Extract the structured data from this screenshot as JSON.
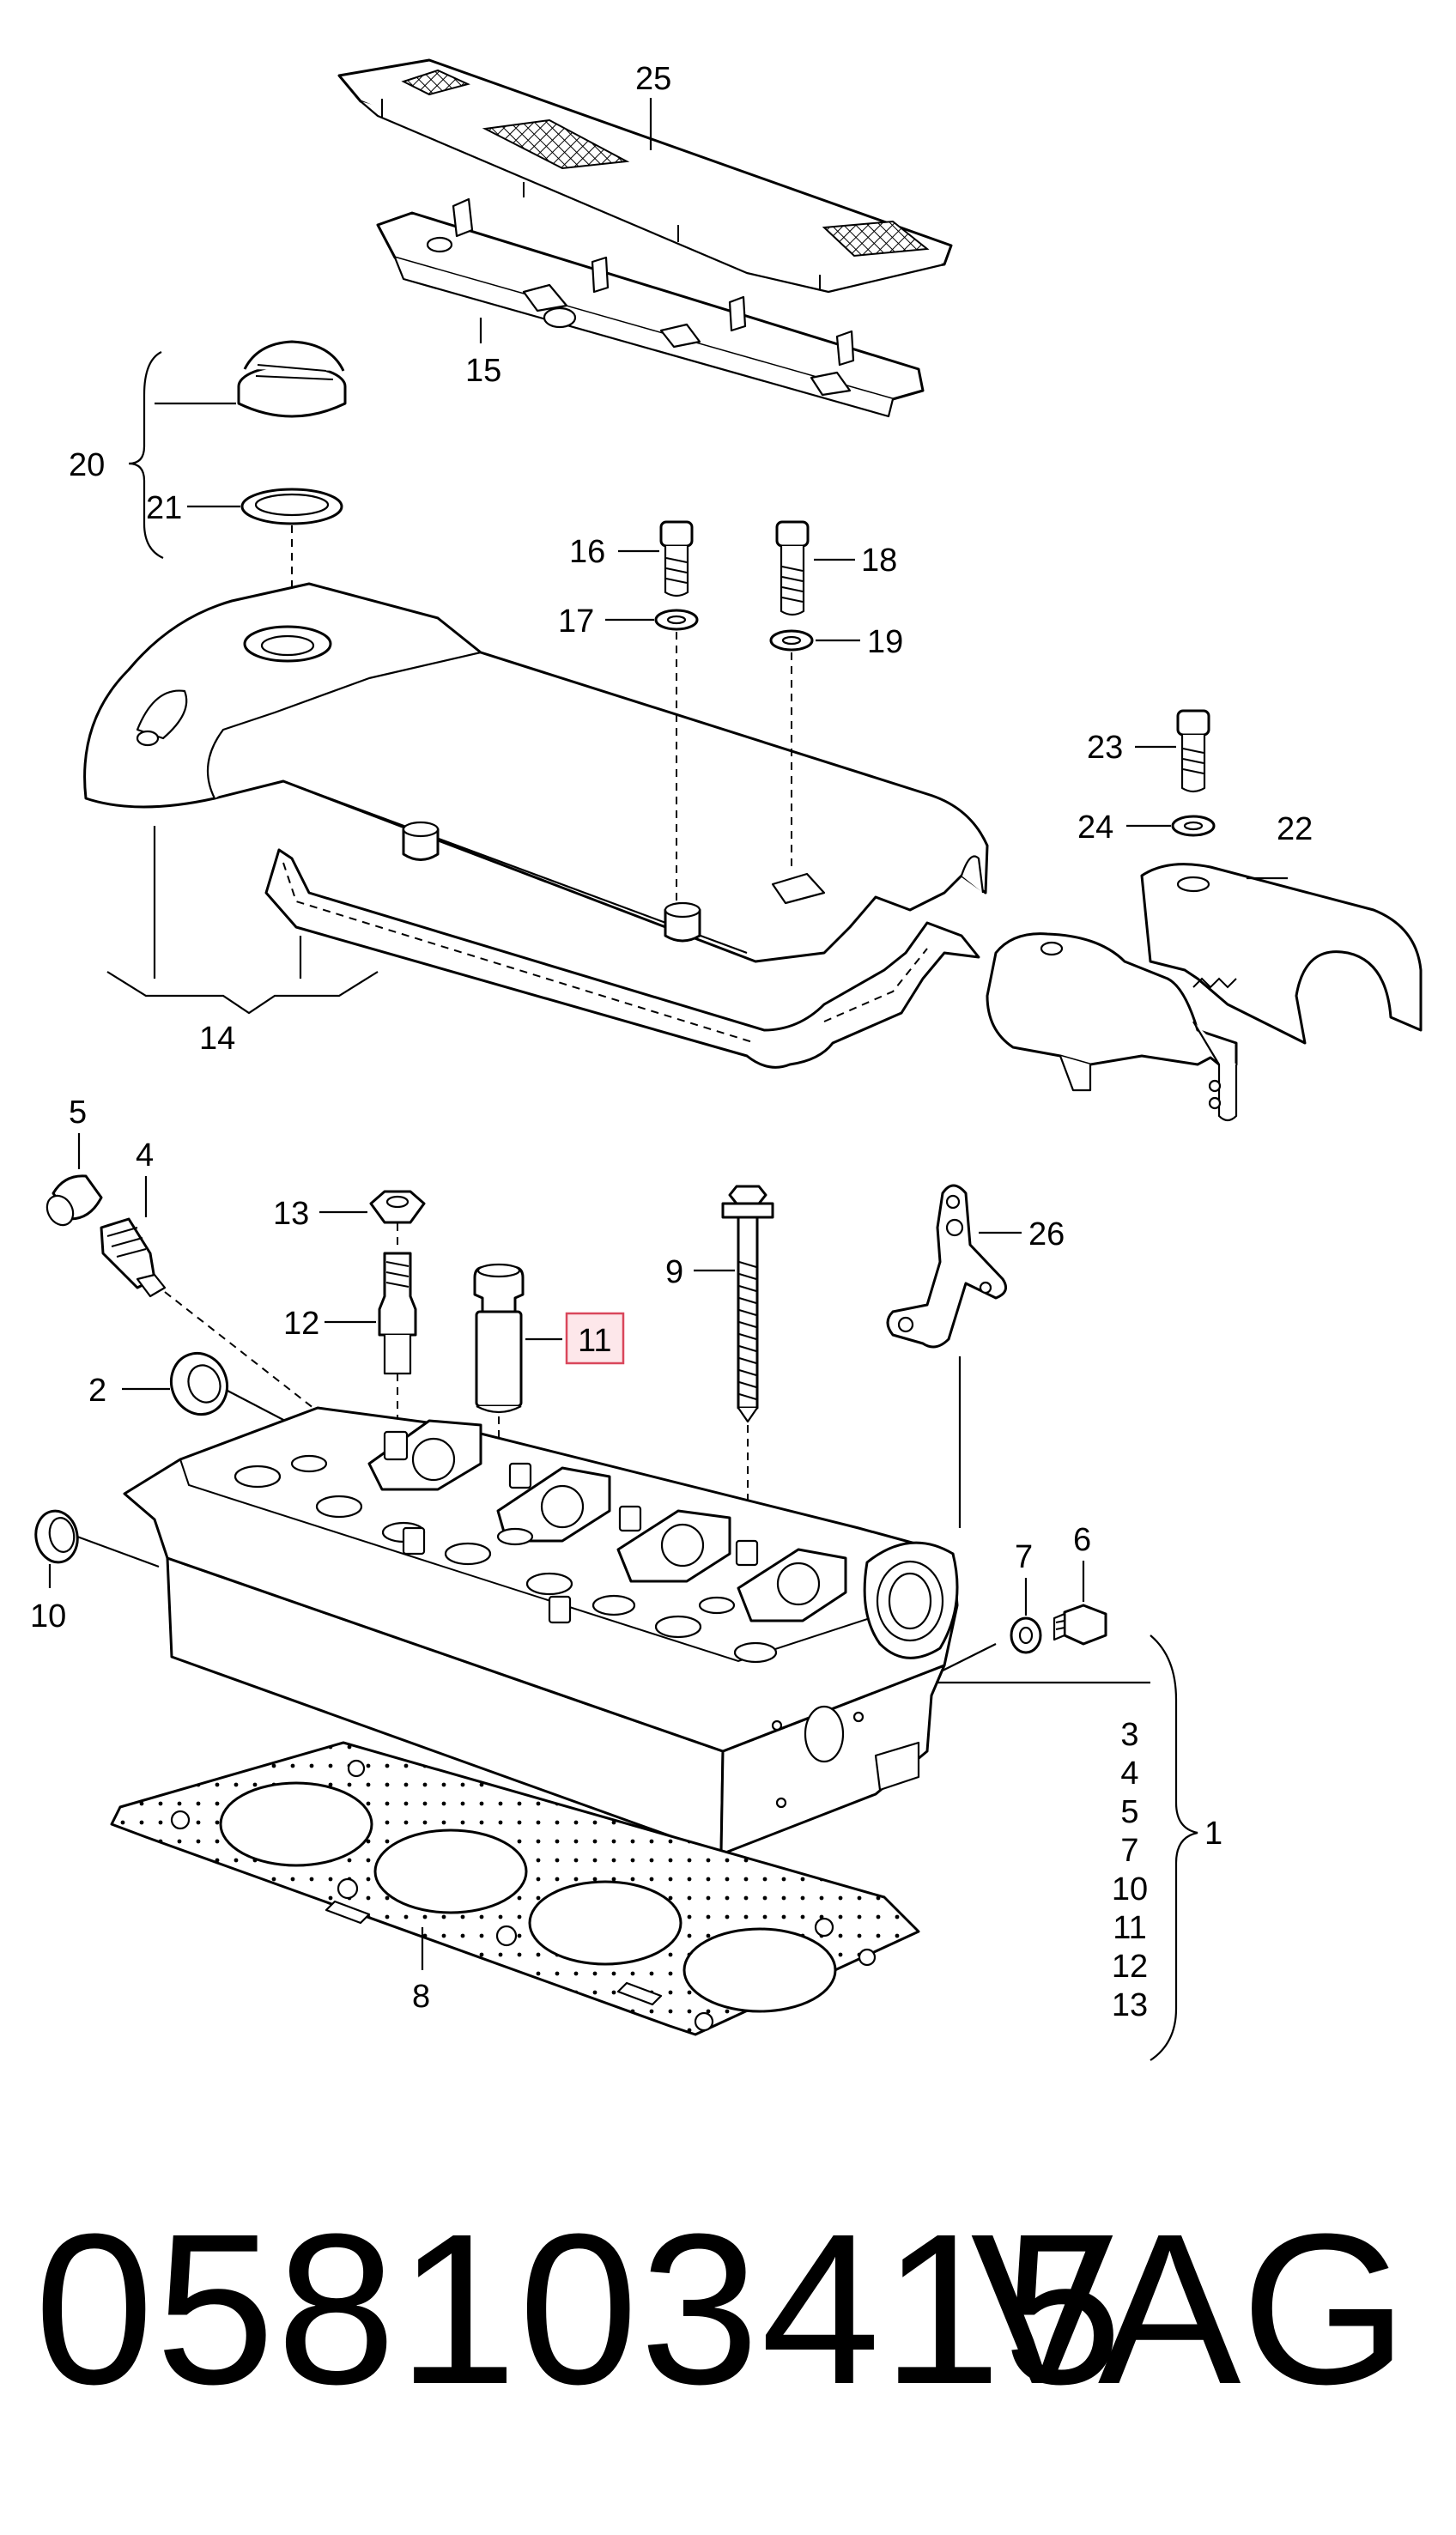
{
  "callouts": {
    "c1": "1",
    "c2": "2",
    "c3": "3",
    "c4": "4",
    "c5": "5",
    "c6": "6",
    "c7": "7",
    "c8": "8",
    "c9": "9",
    "c10": "10",
    "c11": "11",
    "c12": "12",
    "c13": "13",
    "c14": "14",
    "c15": "15",
    "c16": "16",
    "c17": "17",
    "c18": "18",
    "c19": "19",
    "c20": "20",
    "c21": "21",
    "c22": "22",
    "c23": "23",
    "c24": "24",
    "c25": "25",
    "c26": "26"
  },
  "group_1_list": [
    "3",
    "4",
    "5",
    "7",
    "10",
    "11",
    "12",
    "13"
  ],
  "highlighted_callout": "11",
  "highlight_color": "#d9475b",
  "footer": {
    "part_number": "058103415",
    "brand": "VAG"
  }
}
